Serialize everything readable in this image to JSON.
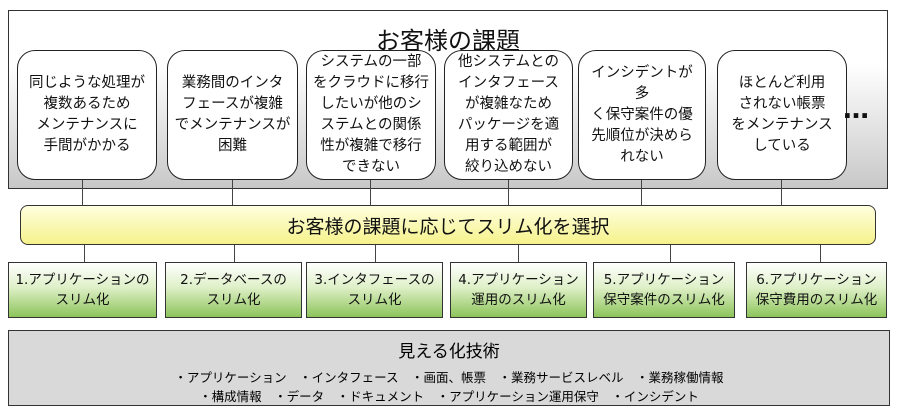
{
  "challenges": {
    "title": "お客様の課題",
    "items": [
      "同じような処理が\n複数あるため\nメンテナンスに\n手間がかかる",
      "業務間のインタ\nフェースが複雑\nでメンテナンスが\n困難",
      "システムの一部\nをクラウドに移行\nしたいが他のシ\nステムとの関係\n性が複雑で移行\nできない",
      "他システムとの\nインタフェース\nが複雑なため\nパッケージを適\n用する範囲が\n絞り込めない",
      "インシデントが多\nく保守案件の優\n先順位が決めら\nれない",
      "ほとんど利用\nされない帳票\nをメンテナンス\nしている"
    ],
    "more": "…"
  },
  "selection": "お客様の課題に応じてスリム化を選択",
  "slim": [
    "1.アプリケーションの\nスリム化",
    "2.データベースの\nスリム化",
    "3.インタフェースの\nスリム化",
    "4.アプリケーション\n運用のスリム化",
    "5.アプリケーション\n保守案件のスリム化",
    "6.アプリケーション\n保守費用のスリム化"
  ],
  "visualization": {
    "title": "見える化技術",
    "items": "・アプリケーション　・インタフェース　・画面、帳票　・業務サービスレベル　・業務稼働情報\n・構成情報　・データ　・ドキュメント　・アプリケーション運用保守　・インシデント"
  }
}
